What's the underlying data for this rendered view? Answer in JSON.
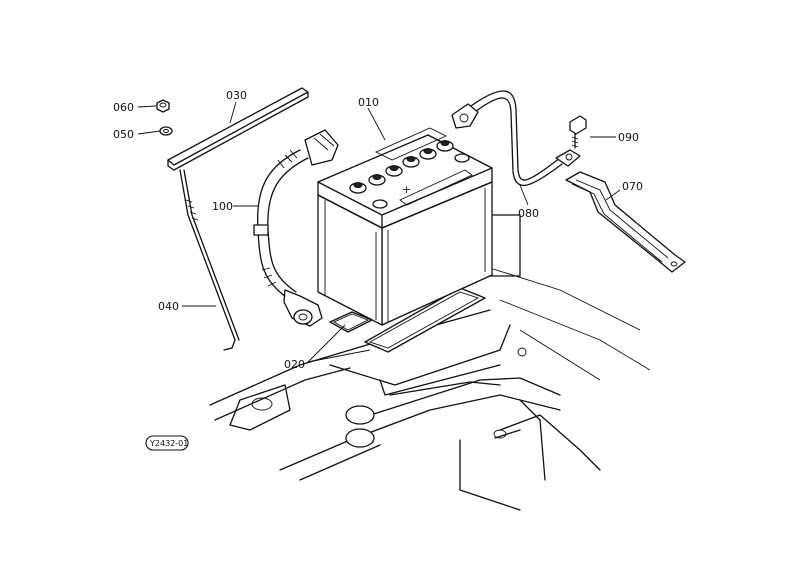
{
  "diagram": {
    "parts": [
      {
        "key": "p060",
        "label": "060"
      },
      {
        "key": "p050",
        "label": "050"
      },
      {
        "key": "p030",
        "label": "030"
      },
      {
        "key": "p010",
        "label": "010"
      },
      {
        "key": "p100",
        "label": "100"
      },
      {
        "key": "p040",
        "label": "040"
      },
      {
        "key": "p020",
        "label": "020"
      },
      {
        "key": "p080",
        "label": "080"
      },
      {
        "key": "p090",
        "label": "090"
      },
      {
        "key": "p070",
        "label": "070"
      }
    ],
    "drawing_code": "Y2432-01",
    "battery_symbol": "+"
  }
}
